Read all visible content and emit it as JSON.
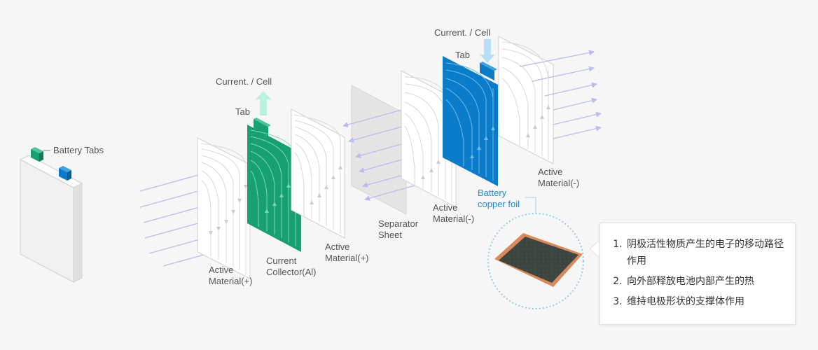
{
  "labels": {
    "battery_tabs": "Battery Tabs",
    "current_cell_left": "Current. / Cell",
    "tab_left": "Tab",
    "current_cell_right": "Current. / Cell",
    "tab_right": "Tab",
    "active_material_pos_1_line1": "Active",
    "active_material_pos_1_line2": "Material(+)",
    "current_collector_line1": "Current",
    "current_collector_line2": "Collector(Al)",
    "active_material_pos_2_line1": "Active",
    "active_material_pos_2_line2": "Material(+)",
    "separator_line1": "Separator",
    "separator_line2": "Sheet",
    "active_material_neg_1_line1": "Active",
    "active_material_neg_1_line2": "Material(-)",
    "copper_foil_line1": "Battery",
    "copper_foil_line2": "copper foil",
    "active_material_neg_2_line1": "Active",
    "active_material_neg_2_line2": "Material(-)"
  },
  "info_box": {
    "items": [
      "阴极活性物质产生的电子的移动路径作用",
      "向外部释放电池内部产生的热",
      "维持电极形状的支撑体作用"
    ]
  },
  "colors": {
    "background": "#f6f6f6",
    "green_collector": "#17a073",
    "blue_collector": "#0b7cc9",
    "arrow_mint": "#b9f2dc",
    "arrow_lightblue": "#b9dff7",
    "flow_arrows": "#b8bdf0",
    "separator_fill": "#e4e4e4",
    "copper": "#d9895a",
    "foil_dark": "#3d4640",
    "accent_blue_text": "#1a8fc9"
  },
  "icons": {
    "current_up_arrow": "up-arrow-icon",
    "current_down_arrow": "down-arrow-icon"
  }
}
